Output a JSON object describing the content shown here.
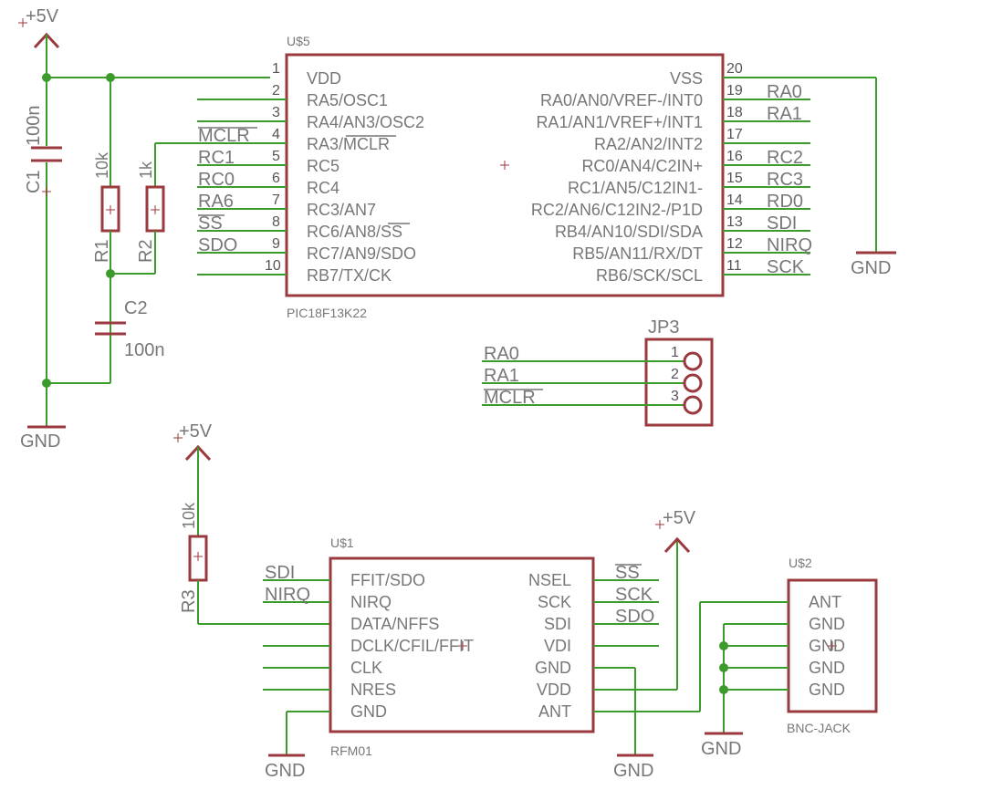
{
  "u5": {
    "name": "U$5",
    "value": "PIC18F13K22",
    "left_pins": [
      {
        "num": "1",
        "label": "VDD"
      },
      {
        "num": "2",
        "label": "RA5/OSC1"
      },
      {
        "num": "3",
        "label": "RA4/AN3/OSC2"
      },
      {
        "num": "4",
        "label": "RA3/MCLR"
      },
      {
        "num": "5",
        "label": "RC5"
      },
      {
        "num": "6",
        "label": "RC4"
      },
      {
        "num": "7",
        "label": "RC3/AN7"
      },
      {
        "num": "8",
        "label": "RC6/AN8/SS"
      },
      {
        "num": "9",
        "label": "RC7/AN9/SDO"
      },
      {
        "num": "10",
        "label": "RB7/TX/CK"
      }
    ],
    "right_pins": [
      {
        "num": "20",
        "label": "VSS"
      },
      {
        "num": "19",
        "label": "RA0/AN0/VREF-/INT0"
      },
      {
        "num": "18",
        "label": "RA1/AN1/VREF+/INT1"
      },
      {
        "num": "17",
        "label": "RA2/AN2/INT2"
      },
      {
        "num": "16",
        "label": "RC0/AN4/C2IN+"
      },
      {
        "num": "15",
        "label": "RC1/AN5/C12IN1-"
      },
      {
        "num": "14",
        "label": "RC2/AN6/C12IN2-/P1D"
      },
      {
        "num": "13",
        "label": "RB4/AN10/SDI/SDA"
      },
      {
        "num": "12",
        "label": "RB5/AN11/RX/DT"
      },
      {
        "num": "11",
        "label": "RB6/SCK/SCL"
      }
    ],
    "left_nets": [
      "MCLR",
      "RC1",
      "RC0",
      "RA6",
      "SS",
      "SDO"
    ],
    "right_nets": [
      "RA0",
      "RA1",
      "RC2",
      "RC3",
      "RD0",
      "SDI",
      "NIRQ",
      "SCK"
    ]
  },
  "u1": {
    "name": "U$1",
    "value": "RFM01",
    "left_pins": [
      "FFIT/SDO",
      "NIRQ",
      "DATA/NFFS",
      "DCLK/CFIL/FFIT",
      "CLK",
      "NRES",
      "GND"
    ],
    "right_pins": [
      "NSEL",
      "SCK",
      "SDI",
      "VDI",
      "GND",
      "VDD",
      "ANT"
    ],
    "left_nets": [
      "SDI",
      "NIRQ"
    ],
    "right_nets": [
      "SS",
      "SCK",
      "SDO"
    ]
  },
  "u2": {
    "name": "U$2",
    "value": "BNC-JACK",
    "pins": [
      "ANT",
      "GND",
      "GND",
      "GND",
      "GND"
    ]
  },
  "jp3": {
    "name": "JP3",
    "pin_nums": [
      "1",
      "2",
      "3"
    ],
    "nets": [
      "RA0",
      "RA1",
      "MCLR"
    ]
  },
  "c1": {
    "name": "C1",
    "value": "100n"
  },
  "c2": {
    "name": "C2",
    "value": "100n"
  },
  "r1": {
    "name": "R1",
    "value": "10k"
  },
  "r2": {
    "name": "R2",
    "value": "1k"
  },
  "r3": {
    "name": "R3",
    "value": "10k"
  },
  "supply": {
    "vcc": "+5V",
    "gnd": "GND"
  },
  "colors": {
    "part": "#9b3a3e",
    "wire": "#3b9b2b",
    "text": "#777777"
  }
}
